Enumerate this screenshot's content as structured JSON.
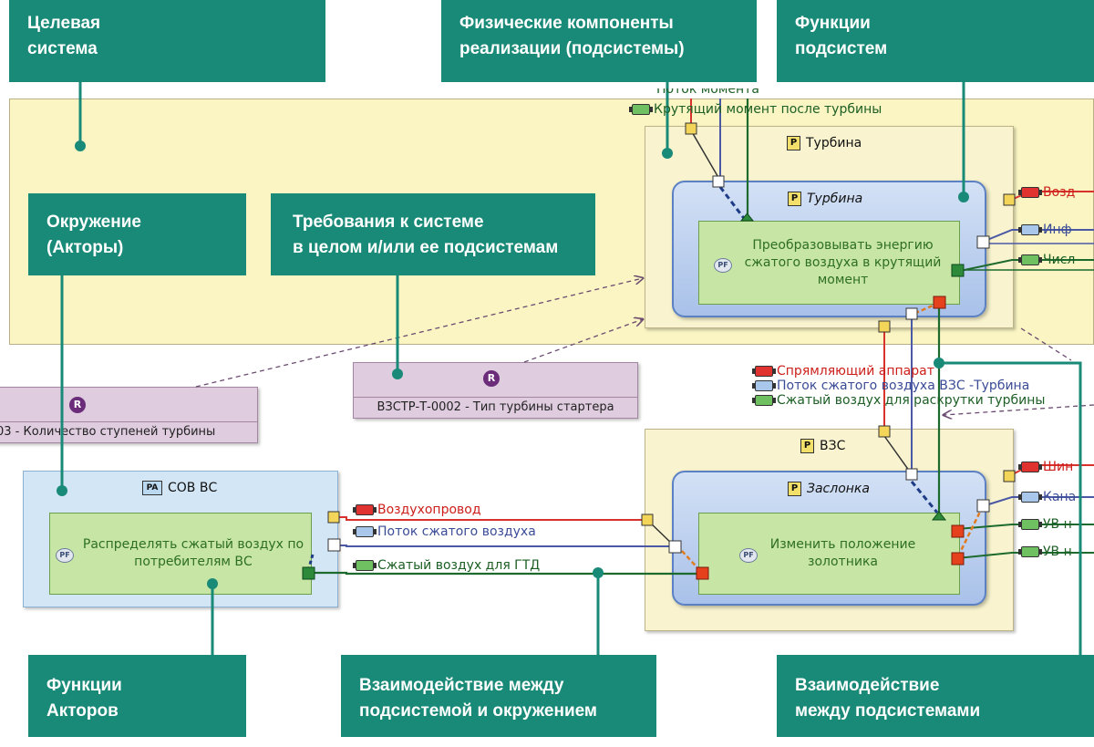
{
  "callouts": {
    "target_system": "Целевая\nсистема",
    "physical_components": "Физические компоненты\nреализации (подсистемы)",
    "subsystem_functions": "Функции\nподсистем",
    "environment": "Окружение\n(Акторы)",
    "requirements": "Требования к системе\nв целом и/или ее подсистемам",
    "actor_functions": "Функции\nАкторов",
    "subsystem_env_interaction": "Взаимодействие между\nподсистемой и окружением",
    "subsystem_interaction": "Взаимодействие\nмежду подсистемами"
  },
  "components": {
    "turbine_outer": "Турбина",
    "turbine_inner": "Турбина",
    "vzs_outer": "ВЗС",
    "valve_inner": "Заслонка",
    "actor": "СОВ ВС",
    "icon_p": "P",
    "icon_pa": "PA"
  },
  "functions": {
    "turbine_fn": "Преобразовывать энергию\nсжатого воздуха в крутящий\nмомент",
    "valve_fn": "Изменить положение\nзолотника",
    "actor_fn": "Распределять сжатый воздух по\nпотребителям ВС",
    "pf": "PF"
  },
  "requirements": {
    "req1": "03 - Количество ступеней турбины",
    "req2": "ВЗСТР-Т-0002 - Тип турбины стартера",
    "r": "R"
  },
  "flows": {
    "top_clipped": "Поток момента",
    "top": "Крутящий момент после турбины",
    "right_red_1": "Возд",
    "right_blue_1": "Инф",
    "right_green_1": "Числ",
    "mid_red": "Спрямляющий аппарат",
    "mid_blue": "Поток сжатого воздуха ВЗС -Турбина",
    "mid_green": "Сжатый воздух для раскрутки турбины",
    "right_red_2": "Шин",
    "right_blue_2": "Кана",
    "right_green_2": "УВ н",
    "right_green_3": "УВ н",
    "env_red": "Воздухопровод",
    "env_blue": "Поток сжатого воздуха",
    "env_green": "Сжатый воздух для ГТД"
  },
  "colors": {
    "callout": "#1a8a78",
    "red_flow": "#cc1f1a",
    "blue_flow": "#3b4c97",
    "green_flow": "#1d5f25"
  }
}
